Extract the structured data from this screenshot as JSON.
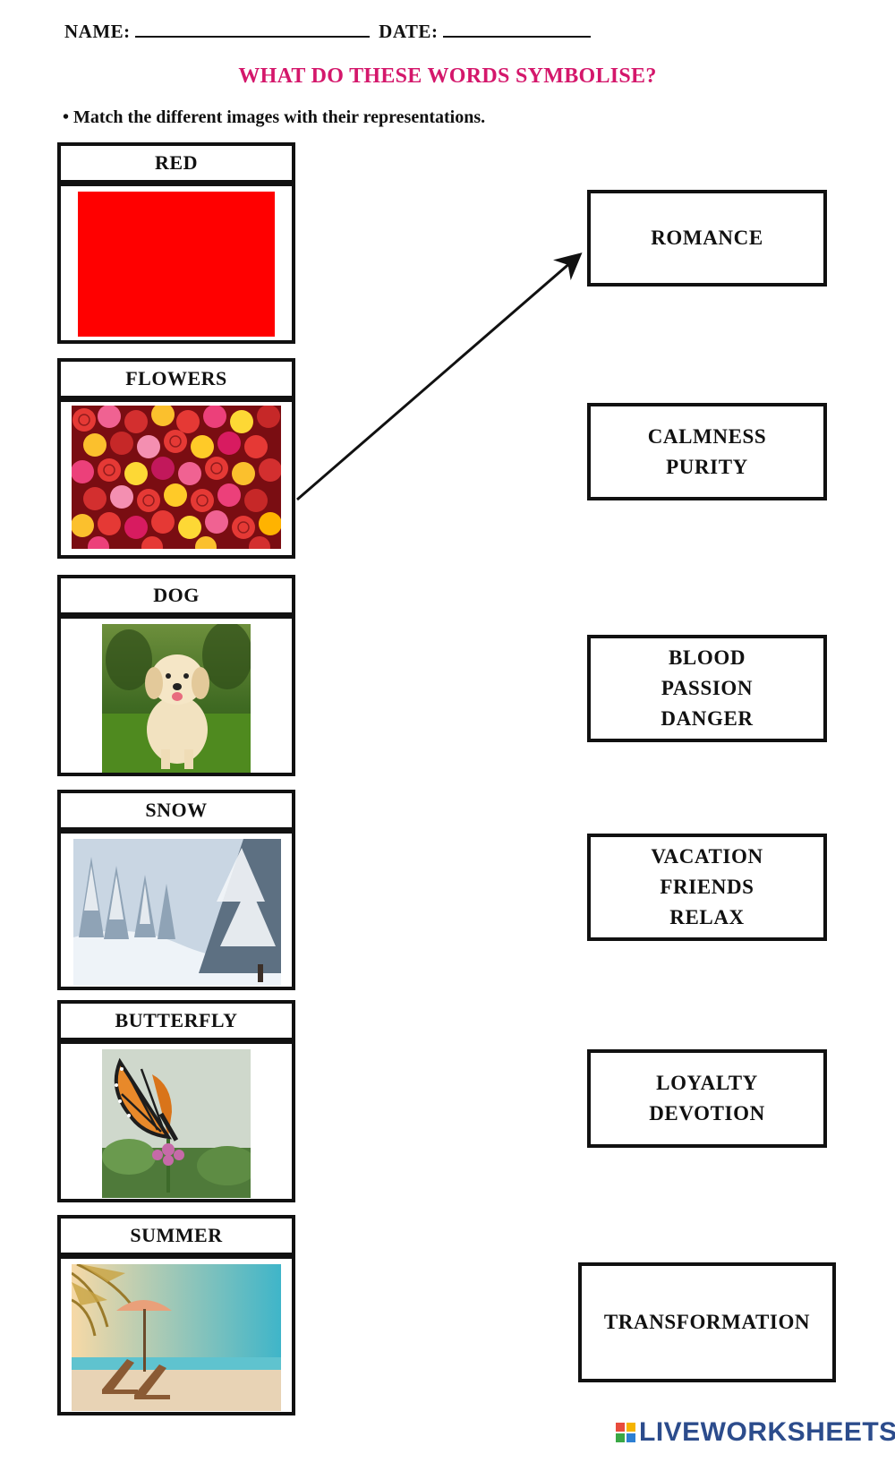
{
  "header": {
    "name_label": "NAME:",
    "date_label": "DATE:"
  },
  "title": "WHAT DO THESE WORDS SYMBOLISE?",
  "instruction": "• Match the different images with their representations.",
  "cards": [
    {
      "label": "RED",
      "image": "red-square"
    },
    {
      "label": "FLOWERS",
      "image": "roses-photo"
    },
    {
      "label": "DOG",
      "image": "puppy-photo"
    },
    {
      "label": "SNOW",
      "image": "snowy-forest-photo"
    },
    {
      "label": "BUTTERFLY",
      "image": "butterfly-photo"
    },
    {
      "label": "SUMMER",
      "image": "beach-photo"
    }
  ],
  "meanings": [
    {
      "lines": [
        "ROMANCE"
      ]
    },
    {
      "lines": [
        "CALMNESS",
        "PURITY"
      ]
    },
    {
      "lines": [
        "BLOOD",
        "PASSION",
        "DANGER"
      ]
    },
    {
      "lines": [
        "VACATION",
        "FRIENDS",
        "RELAX"
      ]
    },
    {
      "lines": [
        "LOYALTY",
        "DEVOTION"
      ]
    },
    {
      "lines": [
        "TRANSFORMATION"
      ]
    }
  ],
  "example_match": {
    "from": "FLOWERS",
    "to": "ROMANCE"
  },
  "logo": {
    "text": "LIVEWORKSHEETS",
    "colors": [
      "#e84c3d",
      "#f5b400",
      "#3aa845",
      "#2d7fd3"
    ]
  }
}
